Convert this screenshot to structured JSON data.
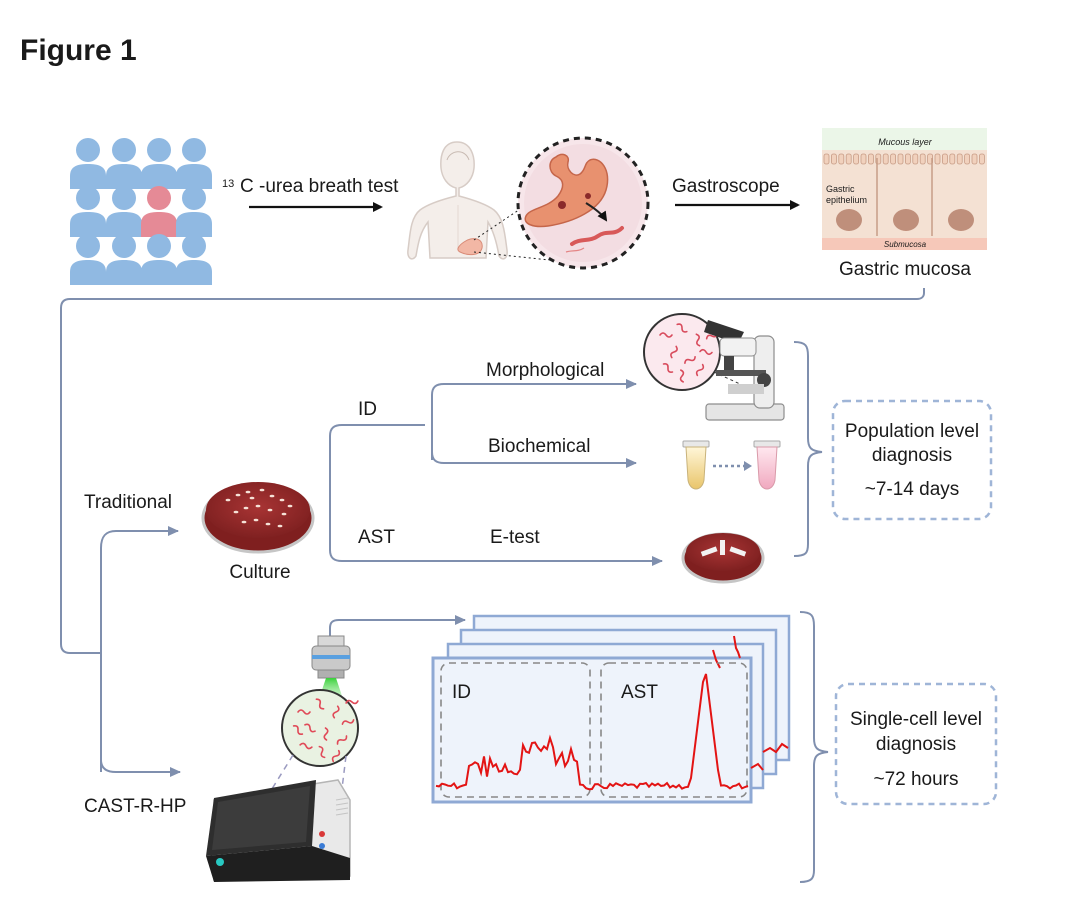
{
  "figure_title": "Figure 1",
  "breath_test": {
    "superscript": "13",
    "label": "C -urea breath test"
  },
  "gastroscope_label": "Gastroscope",
  "mucosa": {
    "top_label": "Mucous layer",
    "cell_label_line1": "Gastric",
    "cell_label_line2": "epithelium",
    "bottom_label": "Submucosa",
    "caption": "Gastric mucosa"
  },
  "branches": {
    "traditional": "Traditional",
    "cast": "CAST-R-HP"
  },
  "culture_label": "Culture",
  "id_label": "ID",
  "ast_label": "AST",
  "morphological_label": "Morphological",
  "biochemical_label": "Biochemical",
  "etest_label": "E-test",
  "population_box": {
    "line1": "Population level",
    "line2": "diagnosis",
    "line3": "~7-14 days"
  },
  "singlecell_box": {
    "line1": "Single-cell level",
    "line2": "diagnosis",
    "line3": "~72 hours"
  },
  "spectrum": {
    "id_label": "ID",
    "ast_label": "AST"
  },
  "colors": {
    "flow": "#7f8fae",
    "spectrum": "#e31414",
    "agar": "#9b2a2a",
    "person": "#90b9e2",
    "person_highlight": "#e58a96"
  }
}
